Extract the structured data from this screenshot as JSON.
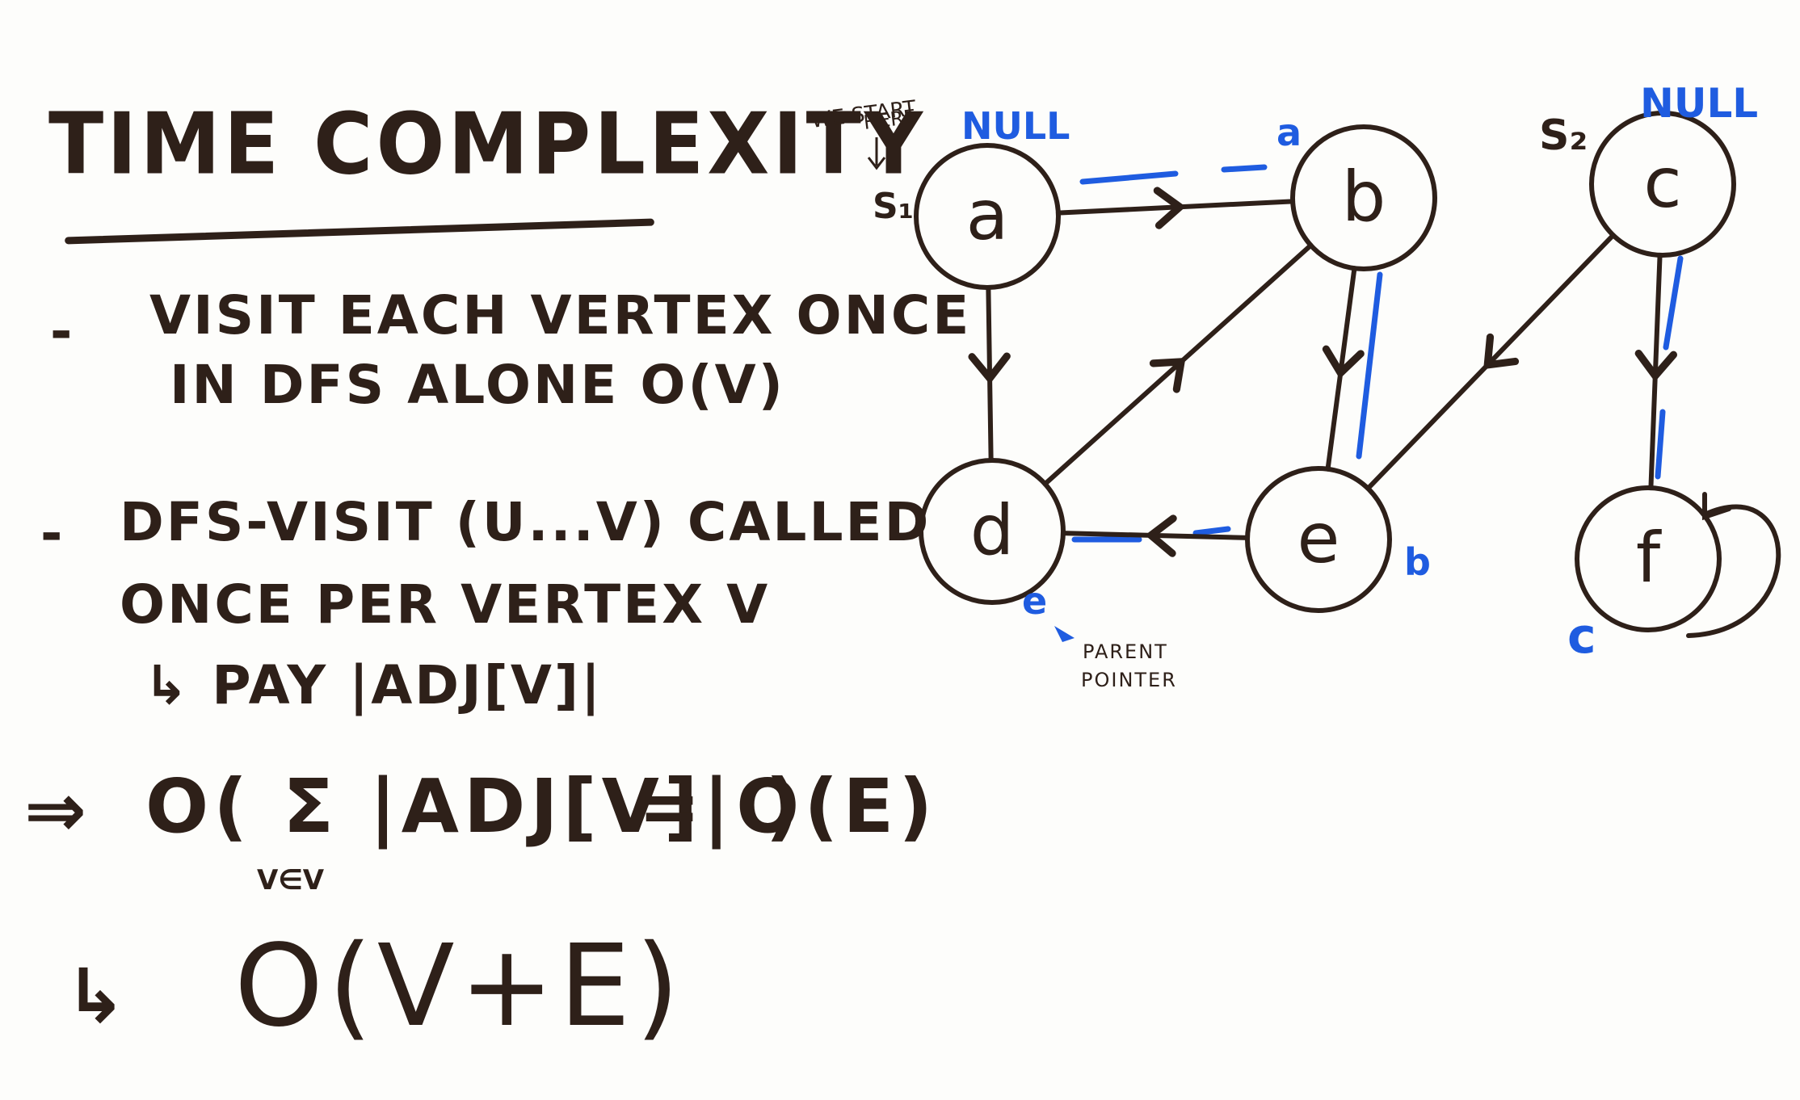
{
  "title": "TIME COMPLEXITY",
  "bullet1": {
    "dash": "-",
    "line1": "VISIT EACH VERTEX ONCE",
    "line2": "IN DFS ALONE  O(V)"
  },
  "bullet2": {
    "dash": "-",
    "line1": "DFS-VISIT (U...V) CALLED",
    "line2": "ONCE PER VERTEX V",
    "line3": "↳ PAY |ADJ[V]|"
  },
  "result1": {
    "arrow": "⇒",
    "expr_left": "O( Σ |ADJ[V]| )",
    "subscript": "V∈V",
    "expr_right": "= O(E)"
  },
  "result2": {
    "arrow": "↳",
    "expr": "O(V+E)"
  },
  "graph": {
    "nodes": [
      {
        "id": "a",
        "label": "a"
      },
      {
        "id": "b",
        "label": "b"
      },
      {
        "id": "c",
        "label": "c"
      },
      {
        "id": "d",
        "label": "d"
      },
      {
        "id": "e",
        "label": "e"
      },
      {
        "id": "f",
        "label": "f"
      }
    ],
    "edges": [
      {
        "from": "a",
        "to": "b"
      },
      {
        "from": "a",
        "to": "d"
      },
      {
        "from": "d",
        "to": "b"
      },
      {
        "from": "b",
        "to": "e"
      },
      {
        "from": "e",
        "to": "d"
      },
      {
        "from": "c",
        "to": "e"
      },
      {
        "from": "c",
        "to": "f"
      },
      {
        "from": "f",
        "to": "f"
      }
    ],
    "start_note_line1": "WE START",
    "start_note_line2": "HERE",
    "s1_label": "S₁",
    "s2_label": "S₂",
    "parent_labels": {
      "a": "NULL",
      "b": "a",
      "c": "NULL",
      "d": "e",
      "e": "b",
      "f": "c"
    },
    "parent_pointer_line1": "PARENT",
    "parent_pointer_line2": "POINTER"
  },
  "colors": {
    "ink": "#2e2019",
    "blue": "#1f5ce0",
    "board": "#fdfdfb"
  }
}
